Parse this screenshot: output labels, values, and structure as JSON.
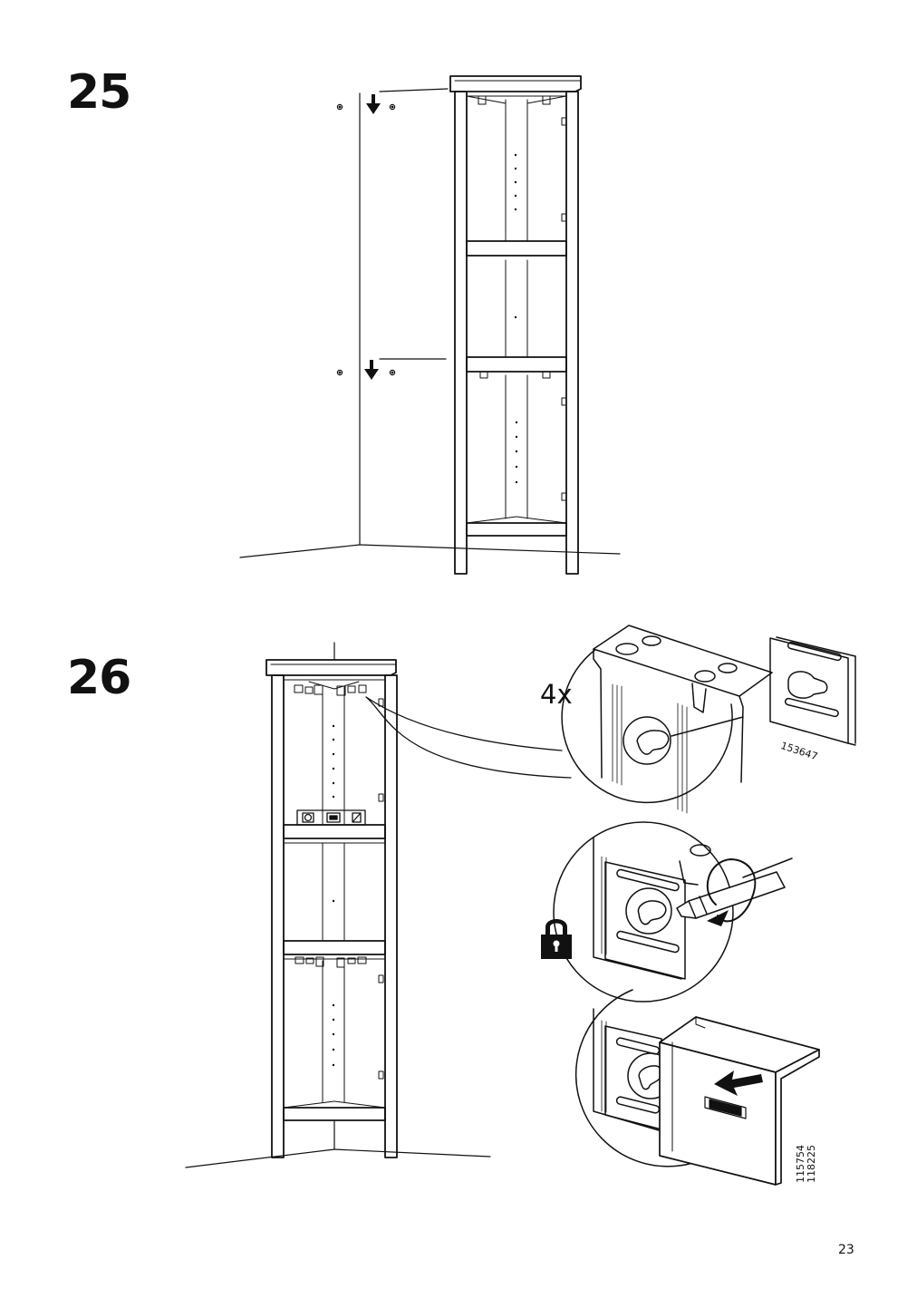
{
  "steps": [
    {
      "number": "25"
    },
    {
      "number": "26"
    }
  ],
  "detail": {
    "quantity": "4x",
    "part_number": "153647"
  },
  "article_codes": [
    "115754",
    "118225"
  ],
  "page_number": "23",
  "icons": [
    "arrow-down-icon",
    "padlock-icon",
    "screwdriver-icon",
    "rotate-arrow-icon",
    "arrow-left-icon",
    "level-tool-icon",
    "ikea-logo-icon"
  ]
}
